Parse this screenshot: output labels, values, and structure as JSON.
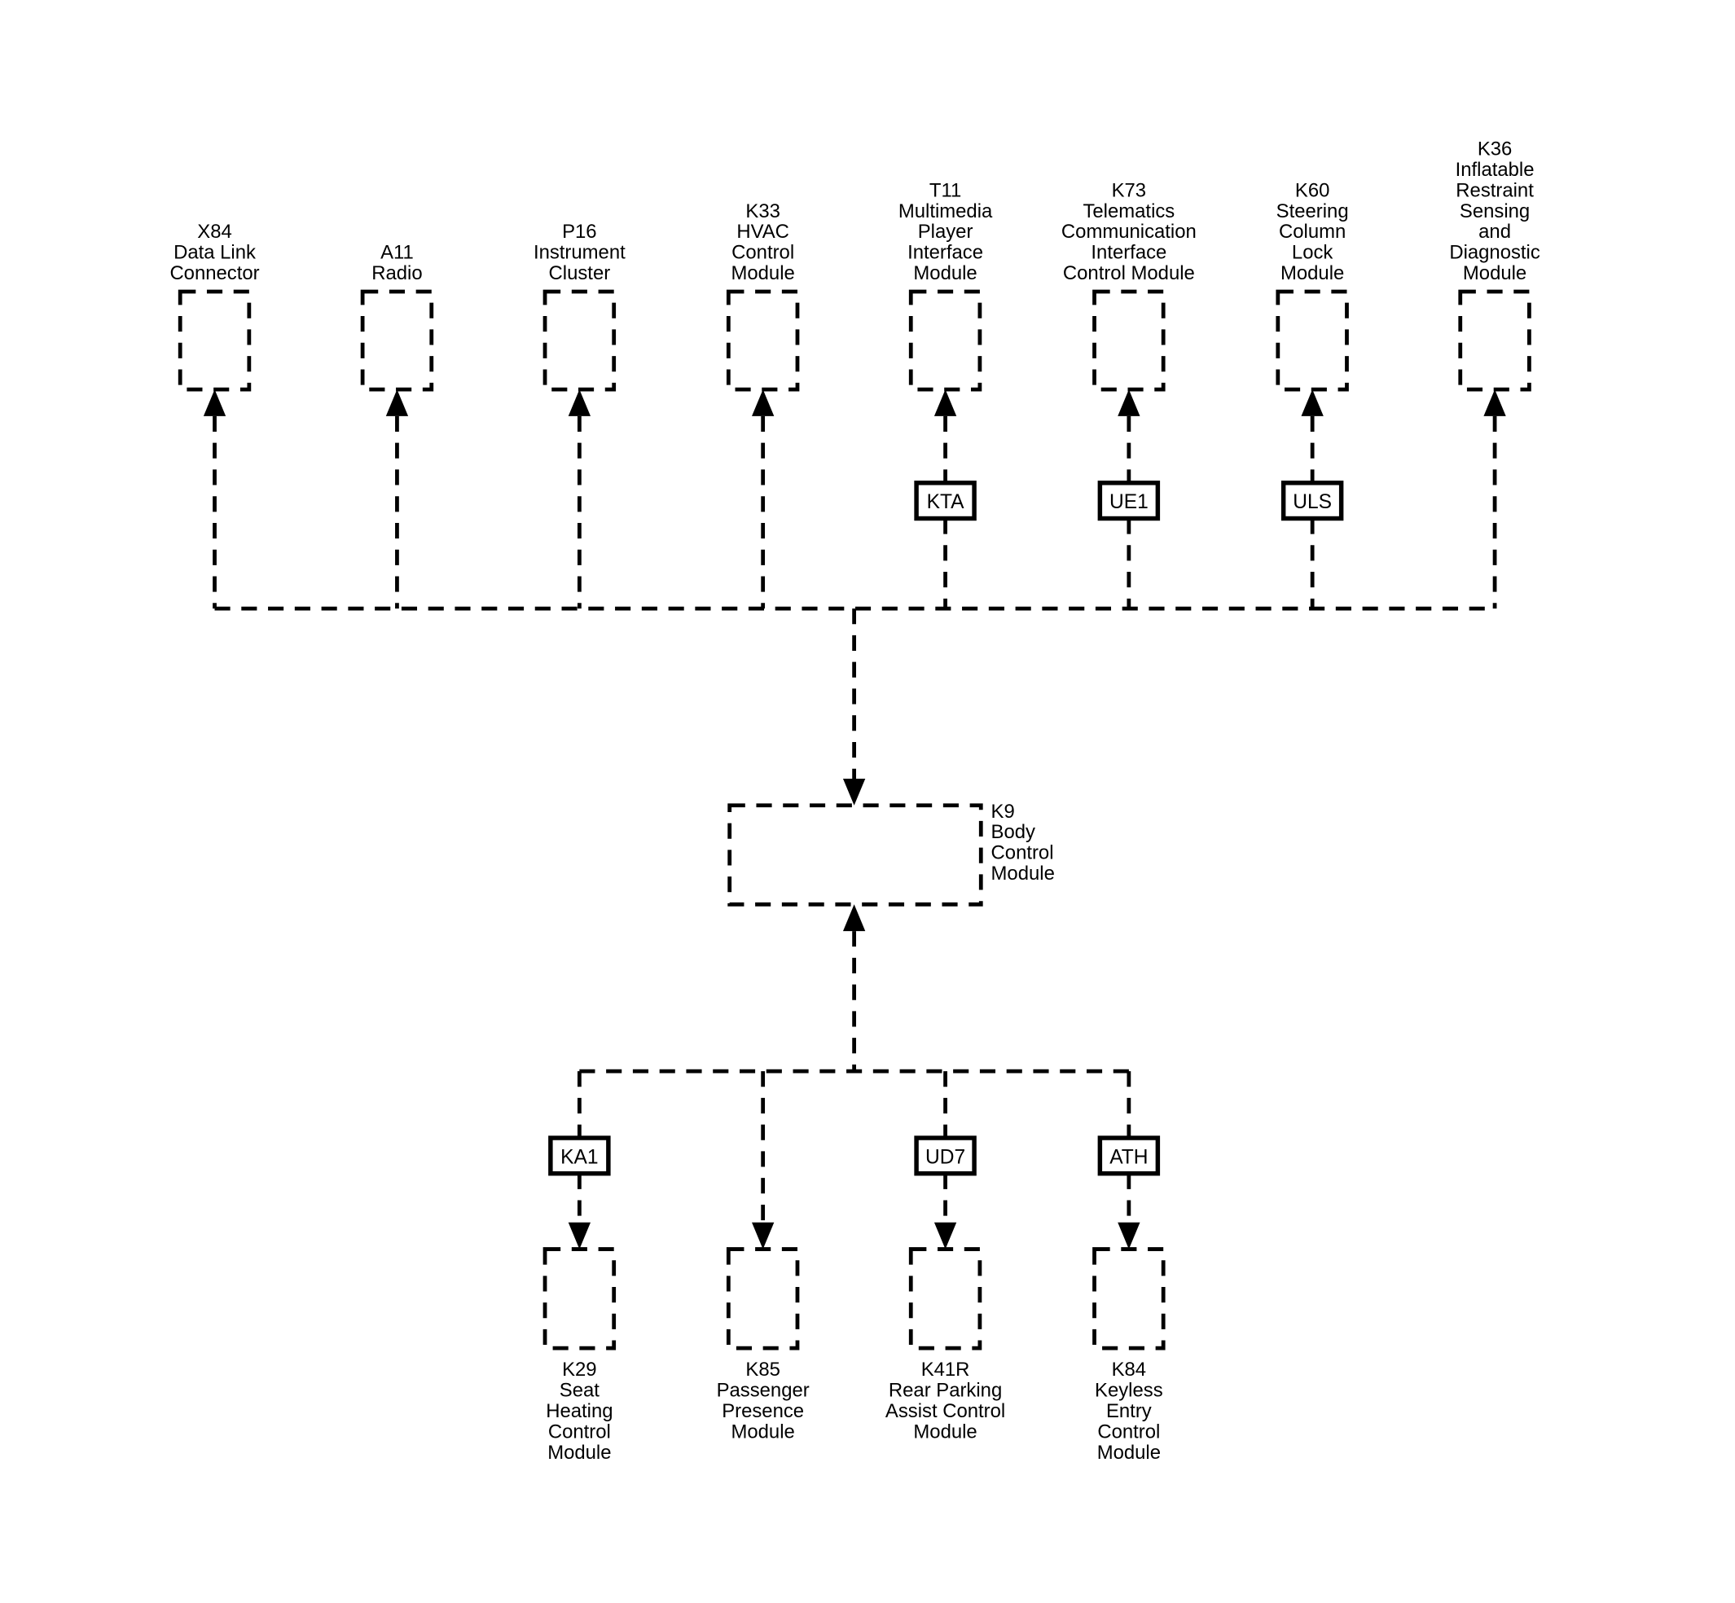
{
  "style": {
    "line_color": "#000000",
    "background": "#ffffff"
  },
  "hub": {
    "id": "K9",
    "label": [
      "K9",
      "Body",
      "Control",
      "Module"
    ]
  },
  "top_modules": [
    {
      "id": "X84",
      "label": [
        "X84",
        "Data Link",
        "Connector"
      ],
      "option": ""
    },
    {
      "id": "A11",
      "label": [
        "A11",
        "Radio"
      ],
      "option": ""
    },
    {
      "id": "P16",
      "label": [
        "P16",
        "Instrument",
        "Cluster"
      ],
      "option": ""
    },
    {
      "id": "K33",
      "label": [
        "K33",
        "HVAC",
        "Control",
        "Module"
      ],
      "option": ""
    },
    {
      "id": "T11",
      "label": [
        "T11",
        "Multimedia",
        "Player",
        "Interface",
        "Module"
      ],
      "option": "KTA"
    },
    {
      "id": "K73",
      "label": [
        "K73",
        "Telematics",
        "Communication",
        "Interface",
        "Control Module"
      ],
      "option": "UE1"
    },
    {
      "id": "K60",
      "label": [
        "K60",
        "Steering",
        "Column",
        "Lock",
        "Module"
      ],
      "option": "ULS"
    },
    {
      "id": "K36",
      "label": [
        "K36",
        "Inflatable",
        "Restraint",
        "Sensing",
        "and",
        "Diagnostic",
        "Module"
      ],
      "option": ""
    }
  ],
  "bottom_modules": [
    {
      "id": "K29",
      "label": [
        "K29",
        "Seat",
        "Heating",
        "Control",
        "Module"
      ],
      "option": "KA1"
    },
    {
      "id": "K85",
      "label": [
        "K85",
        "Passenger",
        "Presence",
        "Module"
      ],
      "option": ""
    },
    {
      "id": "K41R",
      "label": [
        "K41R",
        "Rear Parking",
        "Assist Control",
        "Module"
      ],
      "option": "UD7"
    },
    {
      "id": "K84",
      "label": [
        "K84",
        "Keyless",
        "Entry",
        "Control",
        "Module"
      ],
      "option": "ATH"
    }
  ]
}
